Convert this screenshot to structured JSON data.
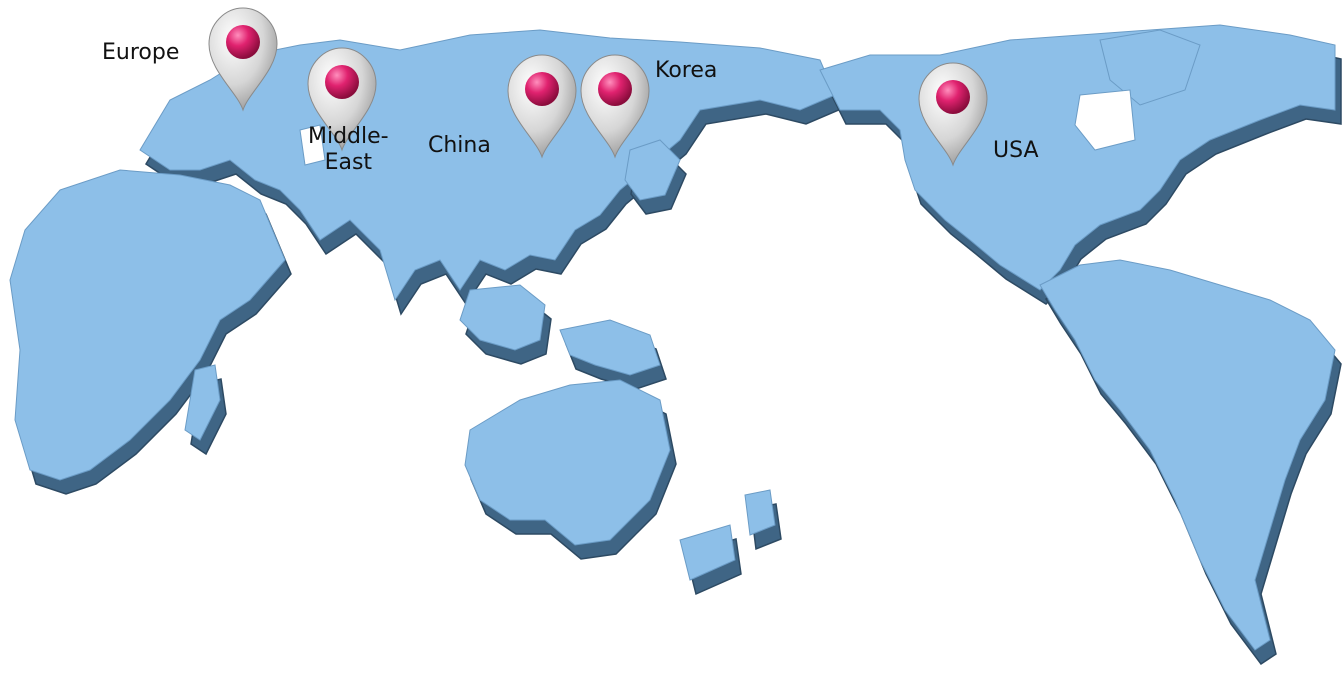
{
  "map": {
    "land_top_color": "#8dbfe8",
    "land_side_color": "#3f6585",
    "land_edge_color": "#2d4a63",
    "background_color": "#ffffff",
    "pin_body_color": "#d9d9d9",
    "pin_dot_color": "#e0226f"
  },
  "markers": [
    {
      "name": "Europe",
      "label": "Europe",
      "icon": "map-pin-icon"
    },
    {
      "name": "Middle-East",
      "label": "Middle-\nEast",
      "icon": "map-pin-icon"
    },
    {
      "name": "China",
      "label": "China",
      "icon": "map-pin-icon"
    },
    {
      "name": "Korea",
      "label": "Korea",
      "icon": "map-pin-icon"
    },
    {
      "name": "USA",
      "label": "USA",
      "icon": "map-pin-icon"
    }
  ]
}
